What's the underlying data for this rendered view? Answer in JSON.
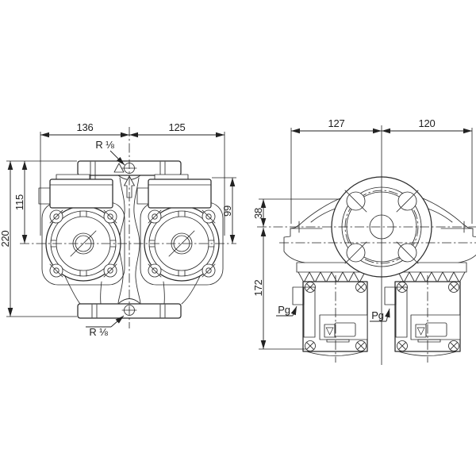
{
  "drawing": {
    "background": "#ffffff",
    "line_color": "#2b2b2b",
    "front_view": {
      "dim_width_left": "136",
      "dim_width_right": "125",
      "dim_height_total": "220",
      "dim_height_upper": "115",
      "dim_height_right": "99",
      "thread_label_top": "R ⅛",
      "thread_label_bottom": "R ⅛"
    },
    "side_view": {
      "dim_width_left": "127",
      "dim_width_right": "120",
      "dim_flange_offset": "38",
      "dim_motor_height": "172",
      "cable_gland_left": "Pg",
      "cable_gland_right": "Pg",
      "terminal_symbol": "▽"
    }
  }
}
